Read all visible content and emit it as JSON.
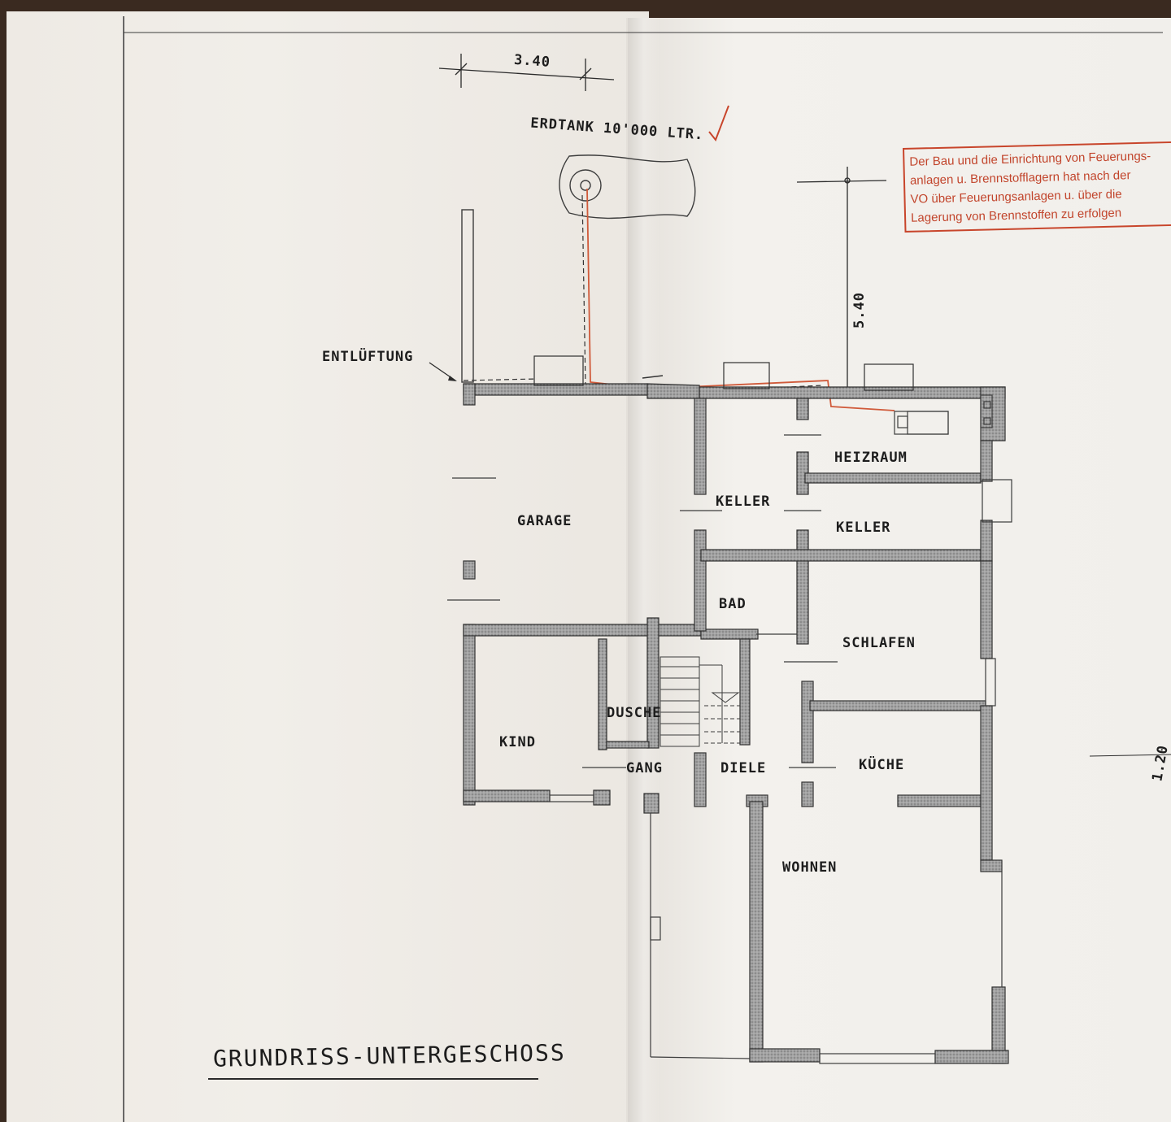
{
  "dimensions": {
    "top": "3.40",
    "right": "5.40",
    "edge": "1.20"
  },
  "labels": {
    "tank": "ERDTANK 10'000 LTR.",
    "vent": "ENTLÜFTUNG",
    "garage": "GARAGE",
    "heating": "HEIZRAUM",
    "cellar_small": "KELLER",
    "cellar_large": "KELLER",
    "bath": "BAD",
    "bedroom": "SCHLAFEN",
    "shower": "DUSCHE",
    "child": "KIND",
    "hall": "GANG",
    "foyer": "DIELE",
    "kitchen": "KÜCHE",
    "living": "WOHNEN",
    "title": "GRUNDRISS-UNTERGESCHOSS"
  },
  "stamp": {
    "line1": "Der Bau und die Einrichtung von Feuerungs-",
    "line2": "anlagen u. Brennstofflagern hat nach der",
    "line3": "VO über Feuerungsanlagen u. über die",
    "line4": "Lagerung von Brennstoffen zu erfolgen"
  },
  "colors": {
    "wall": "#8d8d8d",
    "ink": "#1d1d1d",
    "stamp": "#c8452b",
    "pipe": "#d05a3a"
  }
}
